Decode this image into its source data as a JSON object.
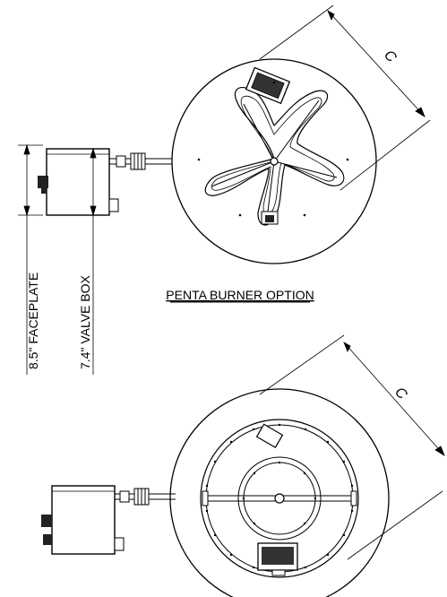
{
  "labels": {
    "dimension_c_top": "C",
    "dimension_c_bottom": "C",
    "faceplate": "8.5\" FACEPLATE",
    "valve_box": "7.4\" VALVE BOX",
    "penta_caption": "PENTA BURNER OPTION"
  },
  "colors": {
    "line": "#000000",
    "background": "#ffffff",
    "fill_dark": "#222222"
  }
}
